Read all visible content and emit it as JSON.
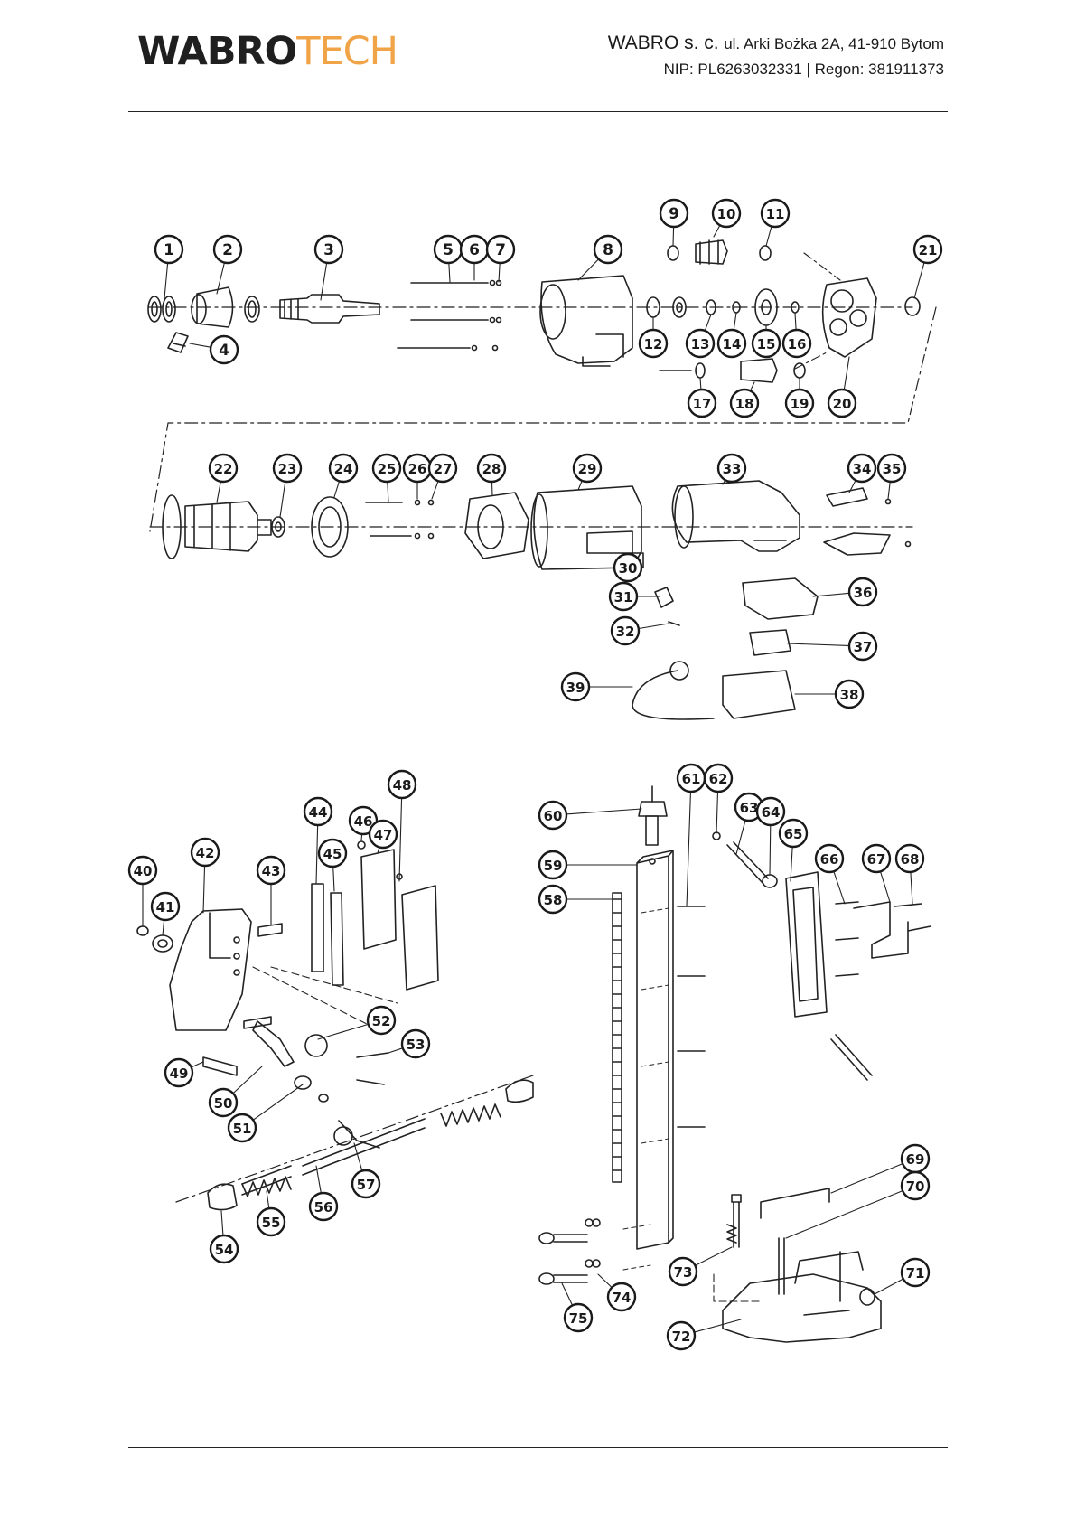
{
  "header": {
    "logo": {
      "part1": "WABRO",
      "part2": "TECH"
    },
    "company_name": "WABRO s. c.",
    "address": "ul. Arki Bożka 2A, 41-910 Bytom",
    "nip": "NIP: PL6263032331",
    "separator": "|",
    "regon": "Regon: 381911373"
  },
  "colors": {
    "accent": "#f0a347",
    "text": "#1f1f1f"
  },
  "callouts": [
    "1",
    "2",
    "3",
    "4",
    "5",
    "6",
    "7",
    "8",
    "9",
    "10",
    "11",
    "12",
    "13",
    "14",
    "15",
    "16",
    "17",
    "18",
    "19",
    "20",
    "21",
    "22",
    "23",
    "24",
    "25",
    "26",
    "27",
    "28",
    "29",
    "30",
    "31",
    "32",
    "33",
    "34",
    "35",
    "36",
    "37",
    "38",
    "39",
    "40",
    "41",
    "42",
    "43",
    "44",
    "45",
    "46",
    "47",
    "48",
    "49",
    "50",
    "51",
    "52",
    "53",
    "54",
    "55",
    "56",
    "57",
    "58",
    "59",
    "60",
    "61",
    "62",
    "63",
    "64",
    "65",
    "66",
    "67",
    "68",
    "69",
    "70",
    "71",
    "72",
    "73",
    "74",
    "75"
  ]
}
